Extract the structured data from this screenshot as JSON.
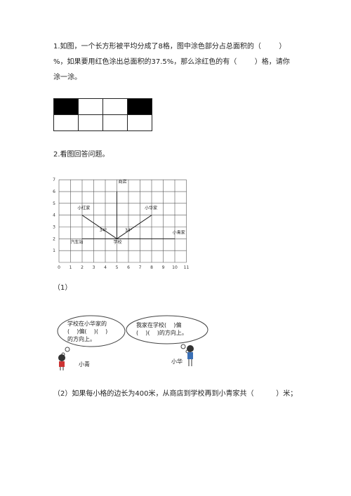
{
  "q1": {
    "line1": "1.如图，一个长方形被平均分成了8格，图中涂色部分占总面积的（        ）",
    "line2": "%，如果要用红色涂出总面积的37.5%，那么涂红色的有（        ）格，请你",
    "line3": "涂一涂。",
    "cells": [
      1,
      0,
      0,
      1,
      0,
      0,
      0,
      0
    ]
  },
  "q2": {
    "title": "2.看图回答问题。",
    "map": {
      "x_ticks": [
        "0",
        "1",
        "2",
        "3",
        "4",
        "5",
        "6",
        "7",
        "8",
        "9",
        "10",
        "11"
      ],
      "y_ticks": [
        "1",
        "2",
        "3",
        "4",
        "5",
        "6",
        "7"
      ],
      "labels": {
        "store": "商店",
        "xiaohong": "小红家",
        "xiaohua": "小华家",
        "xiaoqing": "小青家",
        "bus": "汽车站",
        "school": "学校",
        "angle_left": "34°",
        "angle_right": "34°"
      }
    },
    "sub1": "（1）",
    "bubble_left": "学校在小华家的\n(    )偏(    )(    )\n的方向上。",
    "bubble_right": "我家在学校(    )偏\n(    )(    )的方向上。",
    "name_left": "小青",
    "name_right": "小华",
    "sub2": "（2）如果每小格的边长为400米，从商店到学校再到小青家共（          ）米；"
  }
}
